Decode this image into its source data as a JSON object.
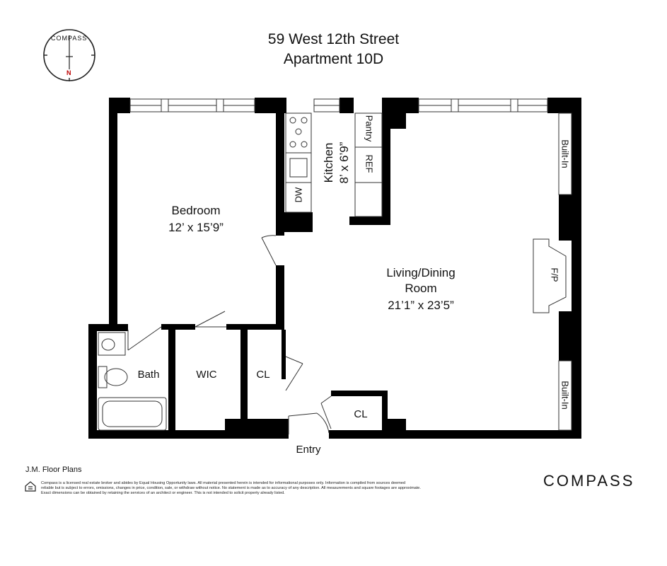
{
  "header": {
    "address": "59 West 12th Street",
    "unit": "Apartment 10D"
  },
  "compass_rose": {
    "ring_text": "COMPASS",
    "north_label": "N"
  },
  "rooms": {
    "bedroom": {
      "name": "Bedroom",
      "size": "12’ x 15’9”"
    },
    "kitchen": {
      "name": "Kitchen",
      "size": "8’ x 6’9”"
    },
    "living": {
      "name": "Living/Dining",
      "name2": "Room",
      "size": "21’1” x 23’5”"
    },
    "bath": {
      "name": "Bath"
    },
    "wic": {
      "name": "WIC"
    },
    "closet1": {
      "name": "CL"
    },
    "closet2": {
      "name": "CL"
    }
  },
  "fixtures": {
    "pantry": "Pantry",
    "ref": "REF",
    "dw": "DW",
    "builtin_top": "Built-In",
    "builtin_bottom": "Built-In",
    "fireplace": "F/P"
  },
  "entry_label": "Entry",
  "footer": {
    "credit": "J.M. Floor Plans",
    "brand": "COMPASS",
    "disclaimer_lines": [
      "Compass is a licensed real estate broker and abides by Equal Housing Opportunity laws. All material presented herein is intended for informational purposes only. Information is compiled from sources deemed",
      "reliable but is subject to errors, omissions, changes in price, condition, sale, or withdraw without notice. No statement is made as to accuracy of any description. All measurements and square footages are approximate.",
      "Exact dimensions can be obtained by retaining the services of an architect or engineer. This is not intended to solicit property already listed."
    ]
  },
  "colors": {
    "wall": "#000000",
    "line": "#333333",
    "background": "#ffffff"
  }
}
